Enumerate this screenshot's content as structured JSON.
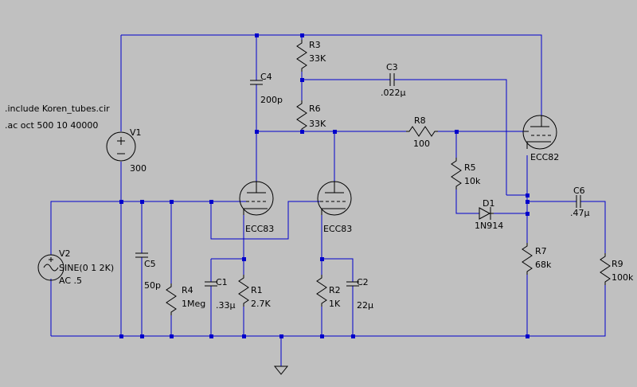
{
  "directives": {
    "include": ".include Koren_tubes.cir",
    "ac": ".ac oct 500 10 40000"
  },
  "components": {
    "V1": {
      "ref": "V1",
      "value": "300"
    },
    "V2": {
      "ref": "V2",
      "value": "SINE(0 1 2K)",
      "ac": "AC .5"
    },
    "R1": {
      "ref": "R1",
      "value": "2.7K"
    },
    "R2": {
      "ref": "R2",
      "value": "1K"
    },
    "R3": {
      "ref": "R3",
      "value": "33K"
    },
    "R4": {
      "ref": "R4",
      "value": "1Meg"
    },
    "R5": {
      "ref": "R5",
      "value": "10k"
    },
    "R6": {
      "ref": "R6",
      "value": "33K"
    },
    "R7": {
      "ref": "R7",
      "value": "68k"
    },
    "R8": {
      "ref": "R8",
      "value": "100"
    },
    "R9": {
      "ref": "R9",
      "value": "100k"
    },
    "C1": {
      "ref": "C1",
      "value": ".33µ"
    },
    "C2": {
      "ref": "C2",
      "value": "22µ"
    },
    "C3": {
      "ref": "C3",
      "value": ".022µ"
    },
    "C4": {
      "ref": "C4",
      "value": "200p"
    },
    "C5": {
      "ref": "C5",
      "value": "50p"
    },
    "C6": {
      "ref": "C6",
      "value": ".47µ"
    },
    "D1": {
      "ref": "D1",
      "value": "1N914"
    },
    "U1": {
      "value": "ECC83"
    },
    "U2": {
      "value": "ECC83"
    },
    "U3": {
      "value": "ECC82"
    }
  }
}
